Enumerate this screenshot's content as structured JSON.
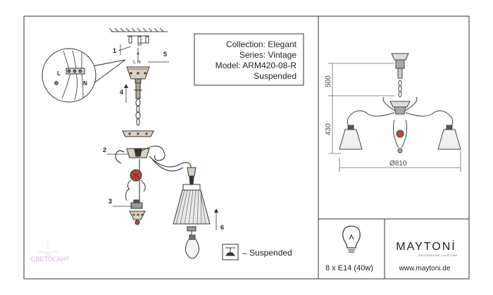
{
  "info": {
    "collection": "Collection: Elegant",
    "series": "Series: Vintage",
    "model": "Model: ARM420-08-R",
    "type": "Suspended"
  },
  "callouts": [
    "1",
    "2",
    "3",
    "4",
    "5",
    "6"
  ],
  "wiring": {
    "L": "L",
    "N": "N",
    "top_label": "L  N"
  },
  "dimensions": {
    "height_top": "500",
    "height_bottom": "430",
    "diameter": "Ø810"
  },
  "legend": {
    "suspended": "– Suspended"
  },
  "bulb": {
    "spec": "8 x E14 (40w)"
  },
  "brand": {
    "name": "MAYTONİ",
    "tagline": "DECORATIVE LIGHTING",
    "url": "www.maytoni.de"
  },
  "watermark": "СВЕТОСАНТ"
}
